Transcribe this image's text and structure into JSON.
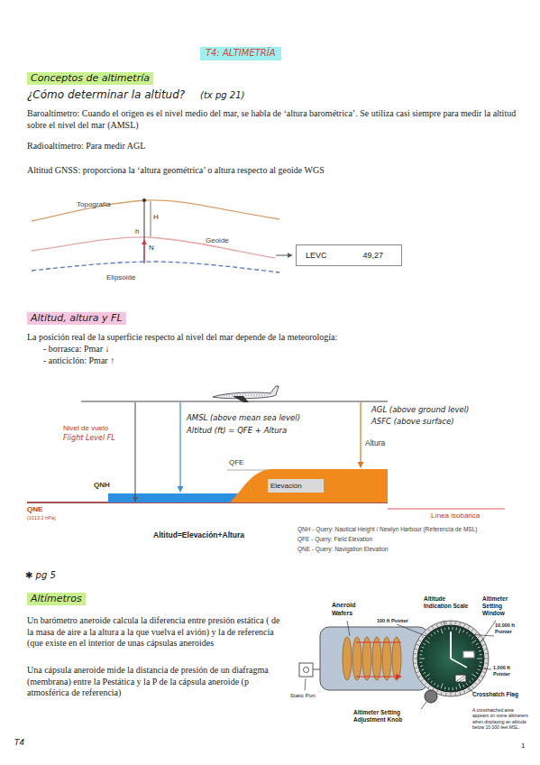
{
  "diagram": {
    "title": "T4: ALTIMETRÍA",
    "nodes": [
      {
        "text": [
          "LEVC",
          "49,27"
        ]
      },
      {
        "text": [
          "Elevación"
        ]
      }
    ],
    "labels": [
      "Conceptos de altimetría",
      "¿Cómo determinar la altitud?",
      "(tx pg 21)",
      "Baroaltímetro: Cuando el origen es el nivel medio del mar, se habla de ‘altura barométrica’. Se utiliza casi siempre para medir la altitud sobre el nivel del mar (AMSL)",
      "Radioaltímetro: Para medir AGL",
      "Altitud GNSS: proporciona la ‘altura geométrica’ o altura respecto al geoide WGS",
      "Topografía",
      "H",
      "h",
      "N",
      "Geoide",
      "Elipsoide",
      "Altitud, altura y FL",
      "La posición real de la superficie respecto al nivel del mar depende de la meteorología:",
      "- borrasca: Pmar ↓",
      "- anticiclón: Pmar ↑",
      "AMSL (above mean sea level)",
      "Altitud (ft) = QFE + Altura",
      "AGL (above ground level)",
      "ASFC (above surface)",
      "Nivel de vuelo",
      "Flight Level FL",
      "Altura",
      "QFE",
      "QNH",
      "QNE",
      "(1013.2 hPa)",
      "Línea isobárica",
      "Altitud=Elevación+Altura",
      "QNH - Query: Nautical Height / Newlyn Harbour (Referencia de MSL)",
      "QFE - Query: Field Elevation",
      "QNE - Query: Navigation Elevation",
      "✱ pg 5",
      "Altímetros",
      "Un barómetro aneroide calcula la diferencia entre presión estática ( de la masa de aire a la altura a la que vuelva el avión) y la de referencia (que existe en el interior de unas cápsulas aneroides",
      "Una cápsula aneroide mide la distancia de presión de un diafragma (membrana) entre la Pestática y la P de la cápsula aneroide (p atmosférica de referencia)",
      "Aneroid Wafers",
      "Altitude Indication Scale",
      "Altimeter Setting Window",
      "100 ft Pointer",
      "10,000 ft Pointer",
      "1,000 ft Pointer",
      "Static Port",
      "Altimeter Setting Adjustment Knob",
      "Crosshatch Flag",
      "A crosshatched area appears on some altimeters when displaying an altitude below 10,000 feet MSL.",
      "T4",
      "1"
    ]
  }
}
